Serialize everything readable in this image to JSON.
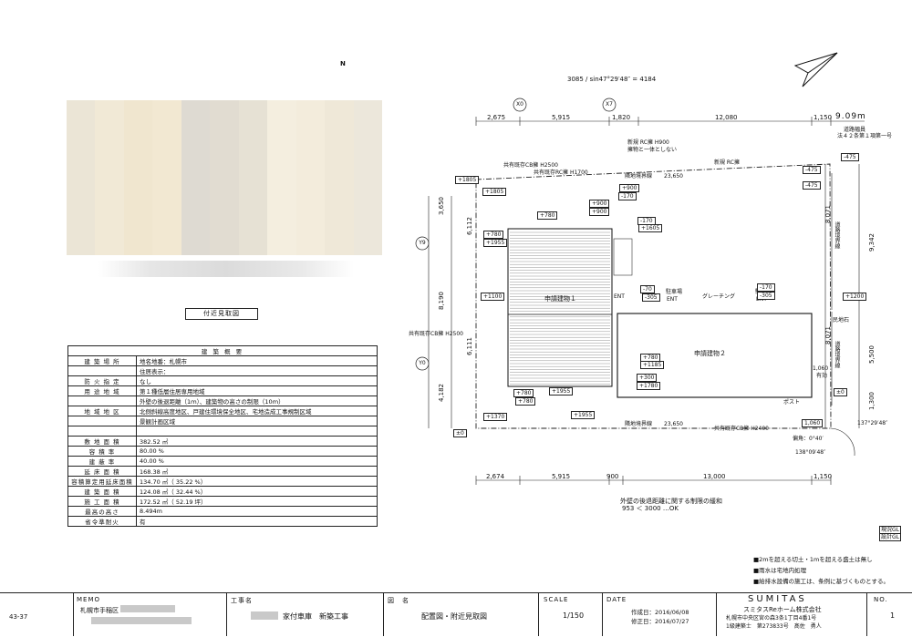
{
  "north_label": "N",
  "formula": "3085 / sin47°29′48″ = 4184",
  "dims_top": [
    "2,675",
    "5,915",
    "1,820",
    "12,080",
    "1,150",
    "9.09m"
  ],
  "dims_bottom": [
    "2,674",
    "5,915",
    "900",
    "13,000",
    "1,150"
  ],
  "dims_left": [
    "3,650",
    "8,190",
    "4,182"
  ],
  "dims_inner_left": [
    "6,112",
    "6,111"
  ],
  "dims_right": [
    "9,342",
    "5,500",
    "1,300"
  ],
  "dims_inner_right": [
    "8,071",
    "8,071"
  ],
  "grid_marks": [
    "X0",
    "X7",
    "Y9",
    "Y0"
  ],
  "road_note": [
    "道路幅員",
    "法４２条第１項第一号"
  ],
  "labels": {
    "new_rc_h900": "新規 RC擁 H900",
    "integrated": "擁物と一体としない",
    "new_rc": "新規 RC擁",
    "existing_cb_h2500": "共有既存CB擁 H2500",
    "existing_rc_h1700": "共有既存RC擁 H1700",
    "boundary_top": "隣地境界線",
    "boundary_top_len": "23,650",
    "boundary_bottom": "隣地境界線",
    "boundary_bottom_len": "23,650",
    "existing_cb_h2500_left": "共有既存CB擁 H2500",
    "existing_cb_h2400": "共有既存CB擁 H2400",
    "building1": "申請建物１",
    "building2": "申請建物２",
    "entrance": "ENT",
    "parking": "駐車場",
    "grating": "グレーチング",
    "boundary_stone": "民地石",
    "bikes": "有効",
    "mail": "ポスト",
    "road_boundary": "道路境界線",
    "corner_angle": "137°29′48″",
    "deflection": "偏角：0°40′",
    "angle2": "138°09′48″",
    "setback_note": "外壁の後退距離に関する制限の緩和",
    "setback_value": "953 ＜ 3000 …OK"
  },
  "levels": [
    "+1805",
    "+1805",
    "-475",
    "-475",
    "-475",
    "+900",
    "+780",
    "+900",
    "-170",
    "+900",
    "-170",
    "+1605",
    "+780",
    "+1955",
    "+1100",
    "-70",
    "-305",
    "-170",
    "-305",
    "+1200",
    "+780",
    "+1185",
    "+300",
    "+1780",
    "+780",
    "+780",
    "+1955",
    "+1370",
    "+1955",
    "±0",
    "±0",
    "1,060"
  ],
  "map_caption": "付近見取図",
  "summary": {
    "title": "建 築 概 要",
    "rows": [
      {
        "label": "建 築 場 所",
        "value": "地名地番：札幌市"
      },
      {
        "label": "",
        "value": "住居表示："
      },
      {
        "label": "防 火 指 定",
        "value": "なし"
      },
      {
        "label": "用 途 地 域",
        "value": "第１種低層住居専用地域"
      },
      {
        "label": "",
        "value": "外壁の後退距離（1ｍ）、建築物の高さの制限（10ｍ）"
      },
      {
        "label": "地 域 地 区",
        "value": "北側斜線高度地区、戸建住環境保全地区、宅地造成工事規制区域"
      },
      {
        "label": "",
        "value": "景観計画区域"
      },
      {
        "label": "",
        "value": ""
      },
      {
        "label": "敷 地 面 積",
        "value": "382.52 ㎡"
      },
      {
        "label": "容 積 率",
        "value": "80.00 %"
      },
      {
        "label": "建 蔽 率",
        "value": "40.00 %"
      },
      {
        "label": "延 床 面 積",
        "value": "168.38 ㎡"
      },
      {
        "label": "容積算定用延床面積",
        "value": "134.70 ㎡（ 35.22 %）"
      },
      {
        "label": "建 築 面 積",
        "value": "124.08 ㎡（ 32.44 %）"
      },
      {
        "label": "施 工 面 積",
        "value": "172.52 ㎡（ 52.19 坪）"
      },
      {
        "label": "最高の高さ",
        "value": "8.494m"
      },
      {
        "label": "省令準耐火",
        "value": "有"
      }
    ]
  },
  "stamps": [
    "現況GL",
    "設計GL"
  ],
  "notes": [
    "■2mを超える切土・1mを超える盛土は無し",
    "■雨水は宅地内処理",
    "■給排水設備の施工は、条例に基づくものとする。"
  ],
  "title_block": {
    "page_code": "43-37",
    "memo_h": "MEMO",
    "memo_v": "札幌市手稲区",
    "project_h": "工事名",
    "project_v": "家付車庫　新築工事",
    "drawing_h": "図　名",
    "drawing_v": "配置図・附近見取図",
    "scale_h": "SCALE",
    "scale_v": "1/150",
    "date_h": "DATE",
    "date_created": "作成日：2016/06/08",
    "date_revised": "修正日：2016/07/27",
    "company_brand": "SUMITAS",
    "company_name": "スミタスReホーム株式会社",
    "company_addr": "札幌市中央区宮の森3条1丁目4番1号",
    "company_arch": "1級建築士　第273833号　髙佐　勇人",
    "no_h": "NO.",
    "no_v": "1"
  },
  "colors": {
    "line": "#222222",
    "pale_blur": "#efe6d6",
    "redact": "#c9c9c9"
  }
}
